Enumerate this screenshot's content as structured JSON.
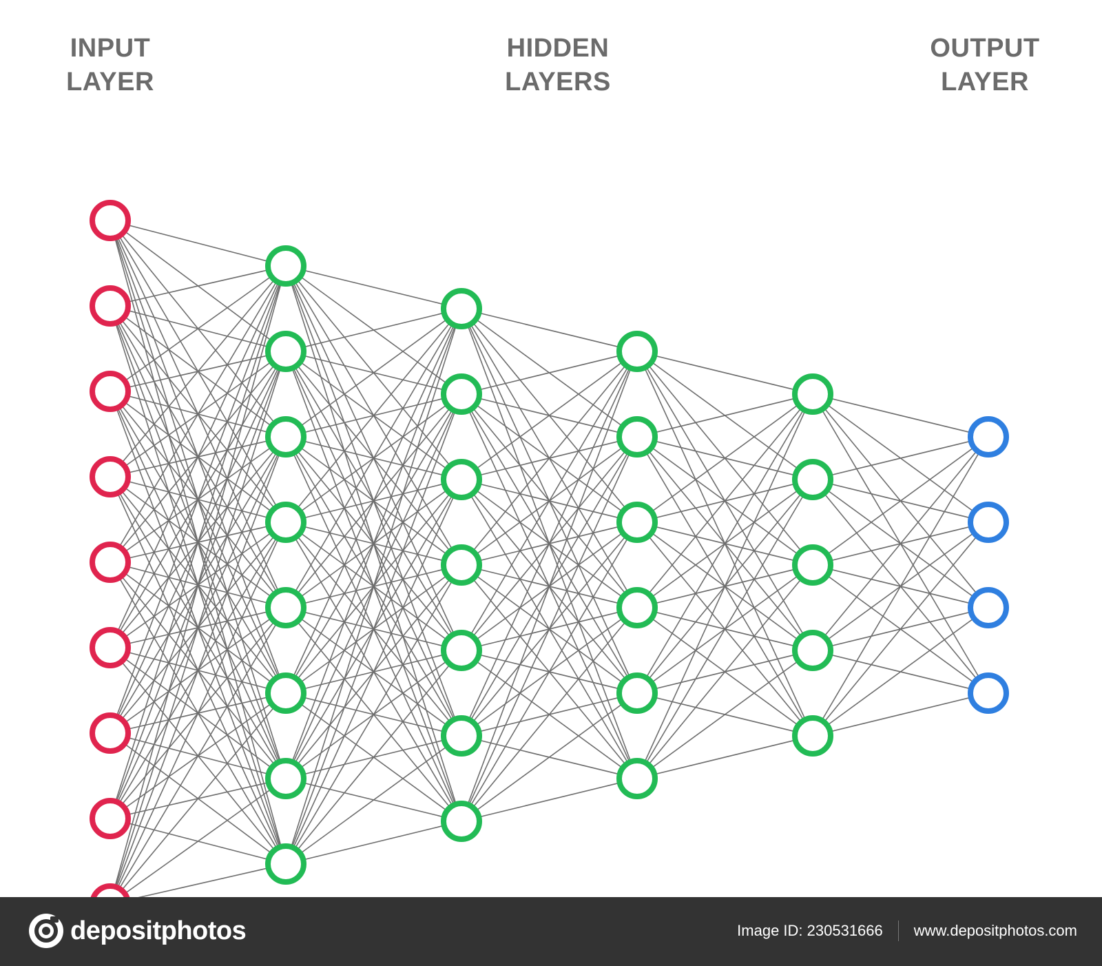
{
  "headings": {
    "input": [
      "INPUT",
      "LAYER"
    ],
    "hidden": [
      "HIDDEN",
      "LAYERS"
    ],
    "output": [
      "OUTPUT",
      "LAYER"
    ]
  },
  "network": {
    "layers": [
      {
        "role": "input",
        "nodes": 9,
        "color": "#e0244e"
      },
      {
        "role": "hidden",
        "nodes": 8,
        "color": "#22bb55"
      },
      {
        "role": "hidden",
        "nodes": 7,
        "color": "#22bb55"
      },
      {
        "role": "hidden",
        "nodes": 6,
        "color": "#22bb55"
      },
      {
        "role": "hidden",
        "nodes": 5,
        "color": "#22bb55"
      },
      {
        "role": "output",
        "nodes": 4,
        "color": "#2f7fe0"
      }
    ],
    "connectivity": "fully-connected",
    "edge_color": "#6e6e6e"
  },
  "footer": {
    "brand": "depositphotos",
    "image_id": "Image ID: 230531666",
    "website": "www.depositphotos.com",
    "background": "#333333"
  }
}
